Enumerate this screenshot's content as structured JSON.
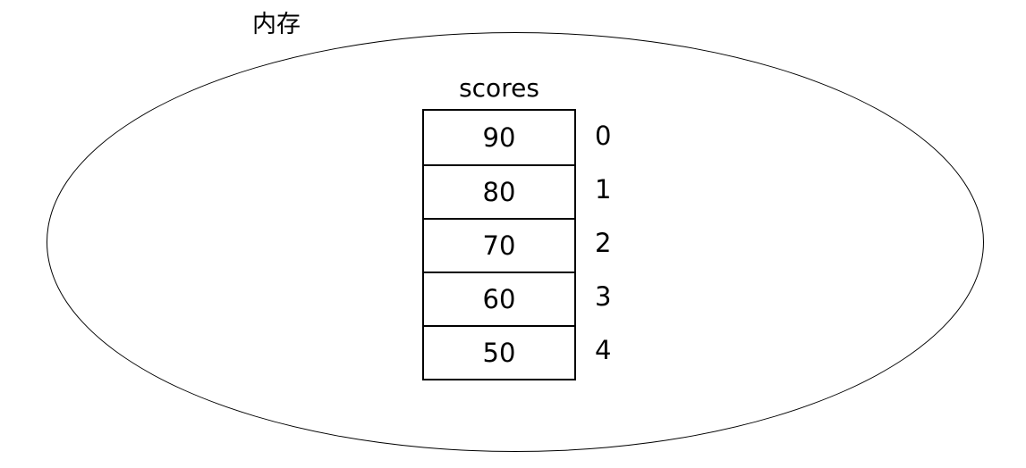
{
  "diagram": {
    "memory_label": "内存",
    "array_name": "scores",
    "rows": [
      {
        "value": "90",
        "index": "0"
      },
      {
        "value": "80",
        "index": "1"
      },
      {
        "value": "70",
        "index": "2"
      },
      {
        "value": "60",
        "index": "3"
      },
      {
        "value": "50",
        "index": "4"
      }
    ],
    "colors": {
      "stroke": "#000000",
      "background": "#ffffff",
      "text": "#000000"
    }
  }
}
